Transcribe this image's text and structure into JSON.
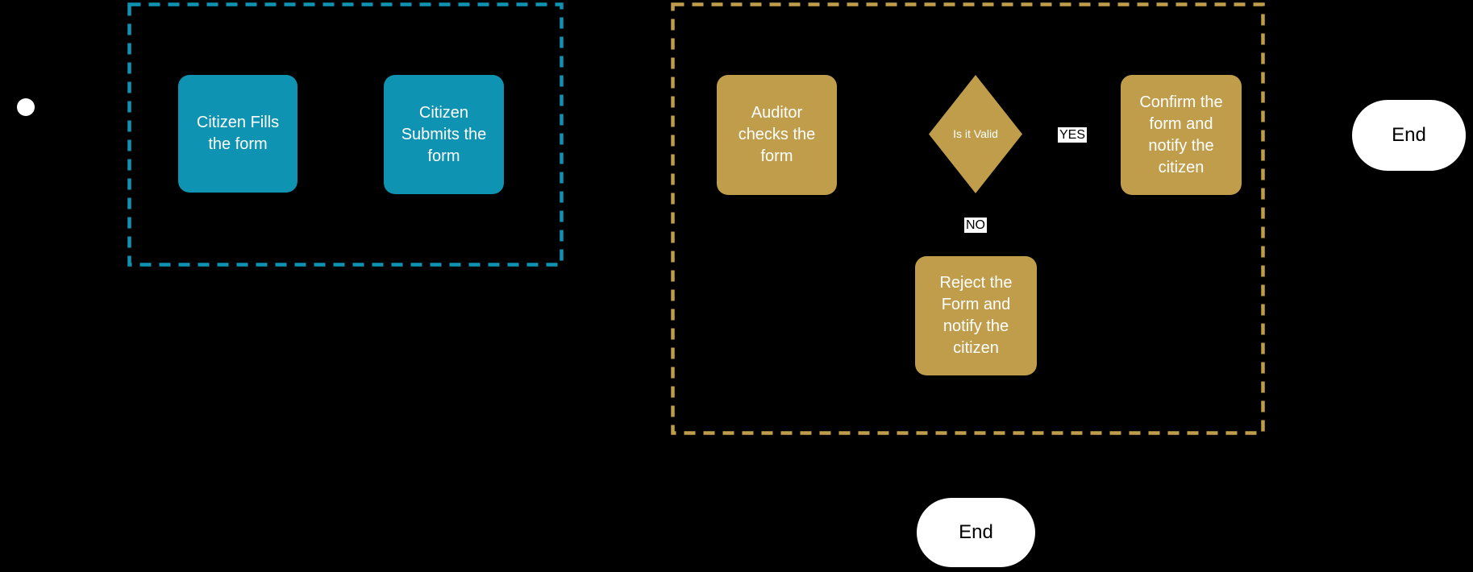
{
  "diagram": {
    "type": "flowchart",
    "background": "#000000",
    "colors": {
      "citizen_lane": "#0E93B2",
      "auditor_lane": "#BF9D4B",
      "node_text": "#FFFFFF",
      "end_node_fill": "#FFFFFF",
      "end_node_text": "#000000",
      "edge_label_bg": "#FFFFFF",
      "edge_label_text": "#000000"
    },
    "start": {
      "shape": "circle"
    },
    "nodes": {
      "citizen_fills": {
        "label": "Citizen Fills the form",
        "lane": "citizen",
        "shape": "rounded-rect"
      },
      "citizen_submits": {
        "label": "Citizen Submits the form",
        "lane": "citizen",
        "shape": "rounded-rect"
      },
      "auditor_checks": {
        "label": "Auditor checks the form",
        "lane": "auditor",
        "shape": "rounded-rect"
      },
      "is_it_valid": {
        "label": "Is it Valid",
        "lane": "auditor",
        "shape": "diamond"
      },
      "confirm_notify": {
        "label": "Confirm the form and notify the citizen",
        "lane": "auditor",
        "shape": "rounded-rect"
      },
      "reject_notify": {
        "label": "Reject the Form and notify the citizen",
        "lane": "auditor",
        "shape": "rounded-rect"
      },
      "end_main": {
        "label": "End",
        "shape": "stadium"
      },
      "end_reject": {
        "label": "End",
        "shape": "stadium"
      }
    },
    "edge_labels": {
      "yes": "YES",
      "no": "NO"
    }
  }
}
